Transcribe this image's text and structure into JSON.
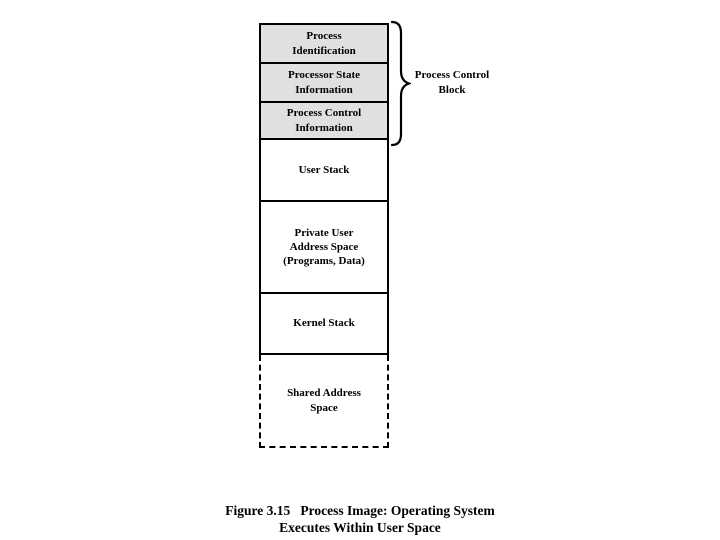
{
  "diagram": {
    "boxes": [
      {
        "label": "Process\nIdentification",
        "shaded": true
      },
      {
        "label": "Processor State\nInformation",
        "shaded": true
      },
      {
        "label": "Process Control\nInformation",
        "shaded": true
      },
      {
        "label": "User Stack",
        "shaded": false
      },
      {
        "label": "Private User\nAddress Space\n(Programs, Data)",
        "shaded": false
      },
      {
        "label": "Kernel Stack",
        "shaded": false
      },
      {
        "label": "Shared Address\nSpace",
        "shaded": false,
        "dashed": true
      }
    ],
    "brace_label": "Process Control\nBlock",
    "caption": "Figure 3.15   Process Image: Operating System\nExecutes Within User Space",
    "colors": {
      "shaded_fill": "#e0e0e0",
      "line": "#000000",
      "background": "#ffffff"
    }
  }
}
